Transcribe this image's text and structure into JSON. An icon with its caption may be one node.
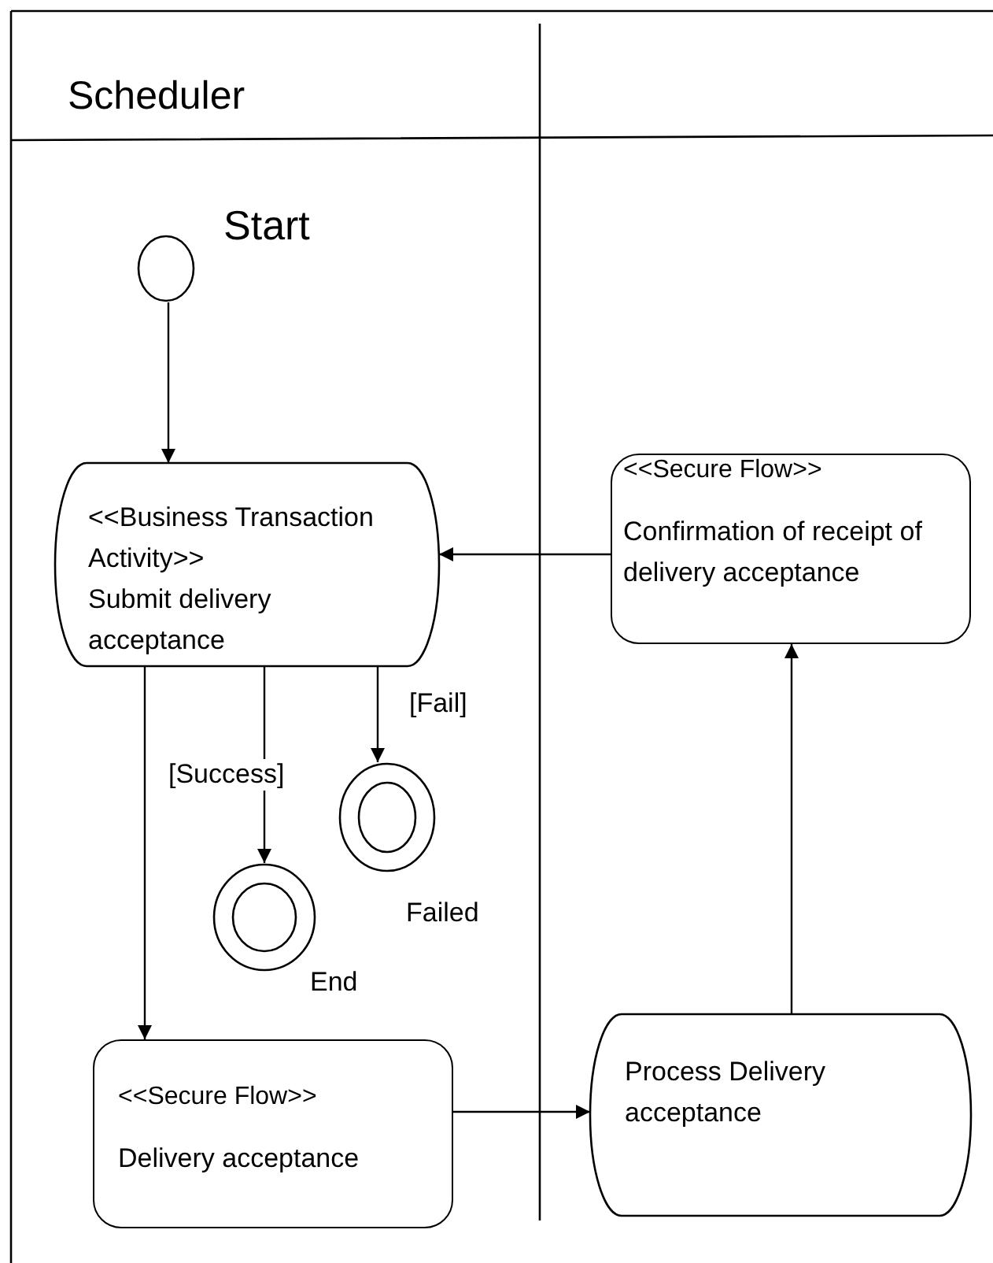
{
  "diagram": {
    "nodes": [
      {
        "text": [],
        "shape": "circle",
        "beside": [
          "Start"
        ]
      },
      {
        "text": [
          "<<Business Transaction Activity>>",
          "Submit delivery acceptance"
        ]
      },
      {
        "text": [],
        "shape": "bullseye",
        "beside": [
          "Failed"
        ]
      },
      {
        "text": [],
        "shape": "bullseye",
        "beside": [
          "End"
        ]
      },
      {
        "text": [
          "<<Secure Flow>>",
          "Delivery acceptance"
        ]
      },
      {
        "text": [
          "Process Delivery acceptance"
        ]
      },
      {
        "text": [
          "<<Secure Flow>>",
          "Confirmation of receipt of delivery acceptance"
        ]
      }
    ],
    "edges": [
      {
        "from": 0,
        "to": 1,
        "arrow": "to"
      },
      {
        "from": 1,
        "to": 3,
        "arrow": "to",
        "label": "[Success]"
      },
      {
        "from": 1,
        "to": 2,
        "arrow": "to",
        "label": "[Fail]"
      },
      {
        "from": 1,
        "to": 4,
        "arrow": "to"
      },
      {
        "from": 4,
        "to": 5,
        "arrow": "to"
      },
      {
        "from": 5,
        "to": 6,
        "arrow": "to"
      },
      {
        "from": 6,
        "to": 1,
        "arrow": "to"
      }
    ],
    "labels": [
      "Scheduler"
    ]
  }
}
